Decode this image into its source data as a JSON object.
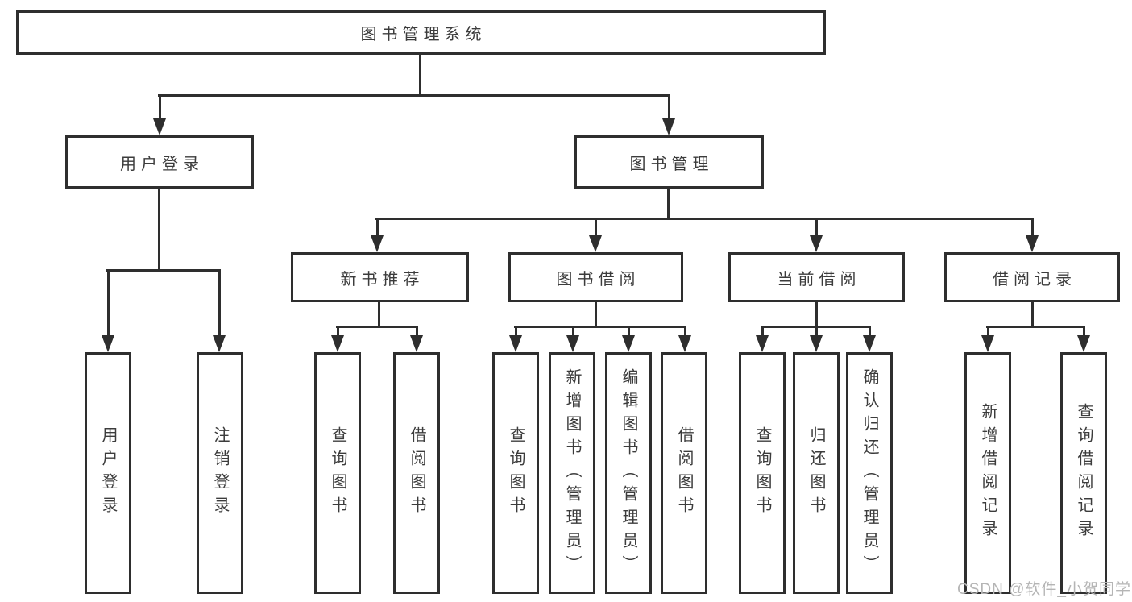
{
  "colors": {
    "background": "#ffffff",
    "line": "#2e2e2e",
    "text": "#3c3c3c",
    "watermark": "#b5b5b5"
  },
  "tree": {
    "label": "图书管理系统",
    "children": [
      {
        "label": "用户登录",
        "children": [
          {
            "label": "用户登录"
          },
          {
            "label": "注销登录"
          }
        ]
      },
      {
        "label": "图书管理",
        "children": [
          {
            "label": "新书推荐",
            "children": [
              {
                "label": "查询图书"
              },
              {
                "label": "借阅图书"
              }
            ]
          },
          {
            "label": "图书借阅",
            "children": [
              {
                "label": "查询图书"
              },
              {
                "label": "新增图书（管理员）"
              },
              {
                "label": "编辑图书（管理员）"
              },
              {
                "label": "借阅图书"
              }
            ]
          },
          {
            "label": "当前借阅",
            "children": [
              {
                "label": "查询图书"
              },
              {
                "label": "归还图书"
              },
              {
                "label": "确认归还（管理员）"
              }
            ]
          },
          {
            "label": "借阅记录",
            "children": [
              {
                "label": "新增借阅记录"
              },
              {
                "label": "查询借阅记录"
              }
            ]
          }
        ]
      }
    ]
  },
  "watermark": {
    "text": "CSDN @软件_小贺同学"
  }
}
